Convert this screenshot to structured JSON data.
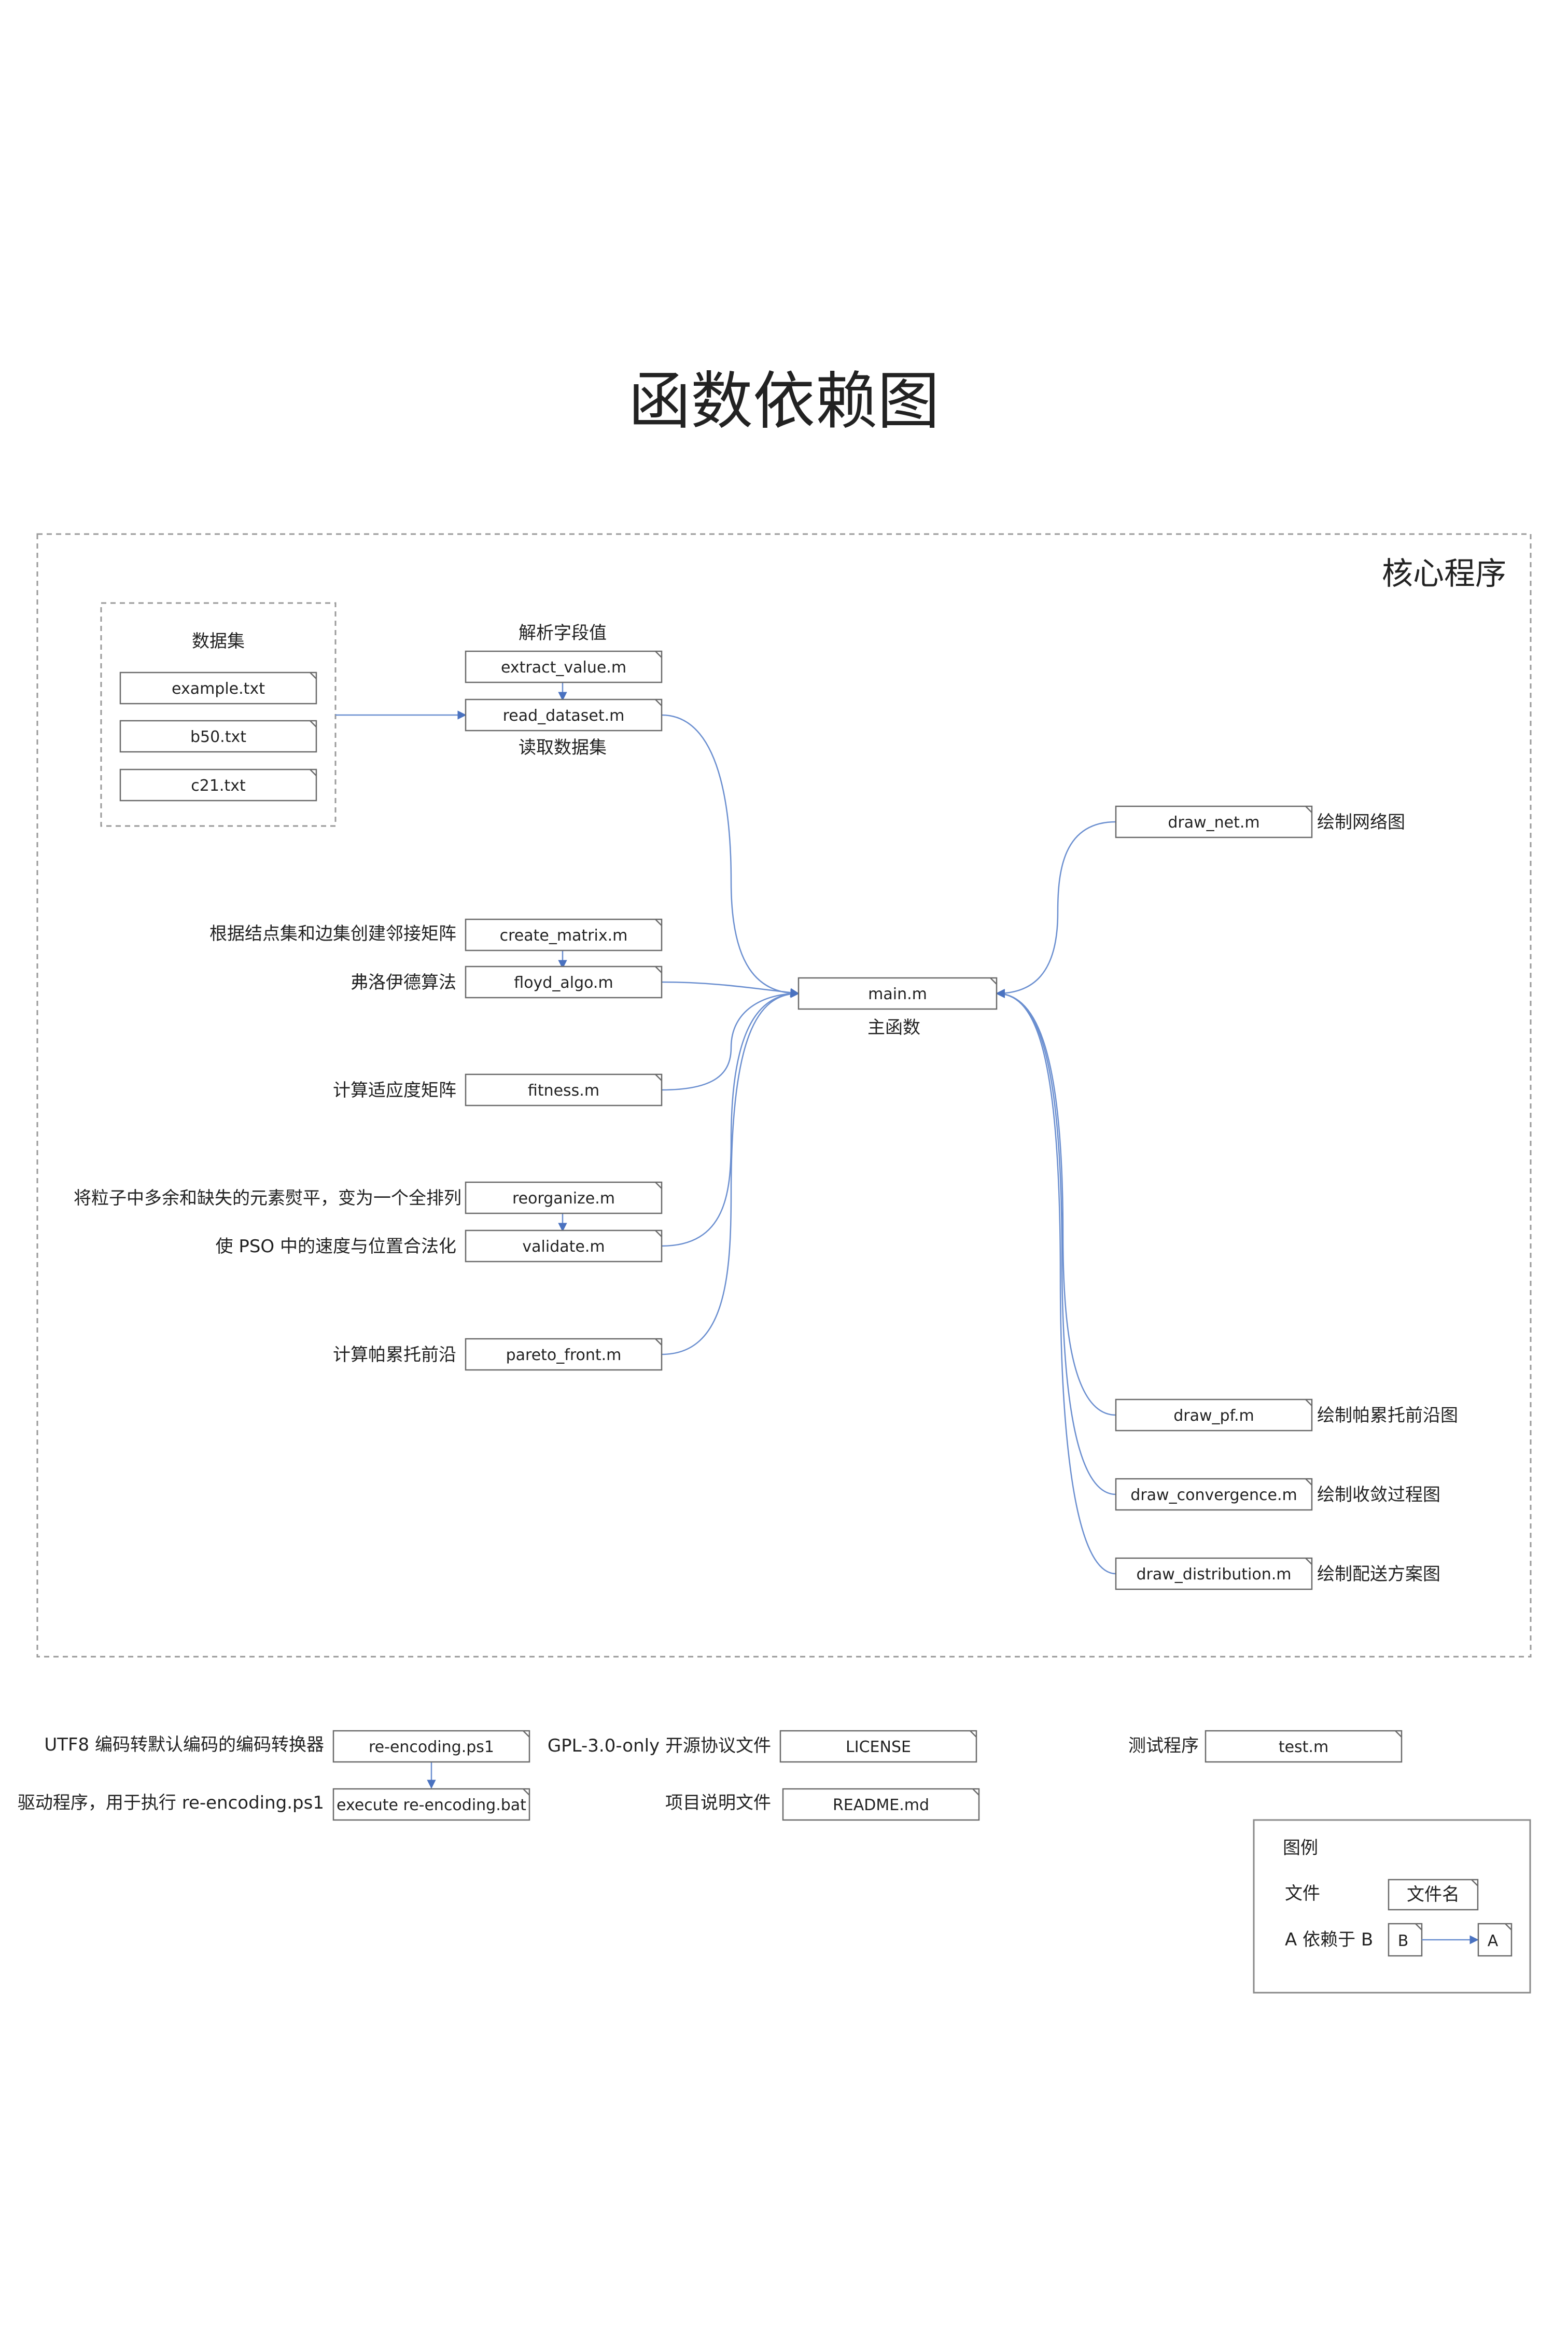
{
  "title": "函数依赖图",
  "core": {
    "title": "核心程序",
    "dataset": {
      "title": "数据集",
      "files": [
        "example.txt",
        "b50.txt",
        "c21.txt"
      ]
    },
    "extract_value": {
      "file": "extract_value.m",
      "label": "解析字段值"
    },
    "read_dataset": {
      "file": "read_dataset.m",
      "label": "读取数据集"
    },
    "create_matrix": {
      "file": "create_matrix.m",
      "label": "根据结点集和边集创建邻接矩阵"
    },
    "floyd_algo": {
      "file": "floyd_algo.m",
      "label": "弗洛伊德算法"
    },
    "fitness": {
      "file": "fitness.m",
      "label": "计算适应度矩阵"
    },
    "reorganize": {
      "file": "reorganize.m",
      "label": "将粒子中多余和缺失的元素熨平，变为一个全排列"
    },
    "validate": {
      "file": "validate.m",
      "label": "使 PSO 中的速度与位置合法化"
    },
    "pareto_front": {
      "file": "pareto_front.m",
      "label": "计算帕累托前沿"
    },
    "main": {
      "file": "main.m",
      "label": "主函数"
    },
    "draw_net": {
      "file": "draw_net.m",
      "label": "绘制网络图"
    },
    "draw_pf": {
      "file": "draw_pf.m",
      "label": "绘制帕累托前沿图"
    },
    "draw_convergence": {
      "file": "draw_convergence.m",
      "label": "绘制收敛过程图"
    },
    "draw_distribution": {
      "file": "draw_distribution.m",
      "label": "绘制配送方案图"
    }
  },
  "others": {
    "re_encoding": {
      "file": "re-encoding.ps1",
      "label": "UTF8 编码转默认编码的编码转换器"
    },
    "execute": {
      "file": "execute re-encoding.bat",
      "label": "驱动程序，用于执行 re-encoding.ps1"
    },
    "license": {
      "file": "LICENSE",
      "label": "GPL-3.0-only 开源协议文件"
    },
    "readme": {
      "file": "README.md",
      "label": "项目说明文件"
    },
    "test": {
      "file": "test.m",
      "label": "测试程序"
    }
  },
  "legend": {
    "title": "图例",
    "file_label": "文件",
    "file_sample": "文件名",
    "dep_label": "A 依赖于 B",
    "dep_from": "B",
    "dep_to": "A"
  },
  "colors": {
    "edge": "#6b8fd0",
    "box_border": "#6a6a6a",
    "frame": "#9a9a9a",
    "text": "#222222",
    "background": "#ffffff"
  }
}
